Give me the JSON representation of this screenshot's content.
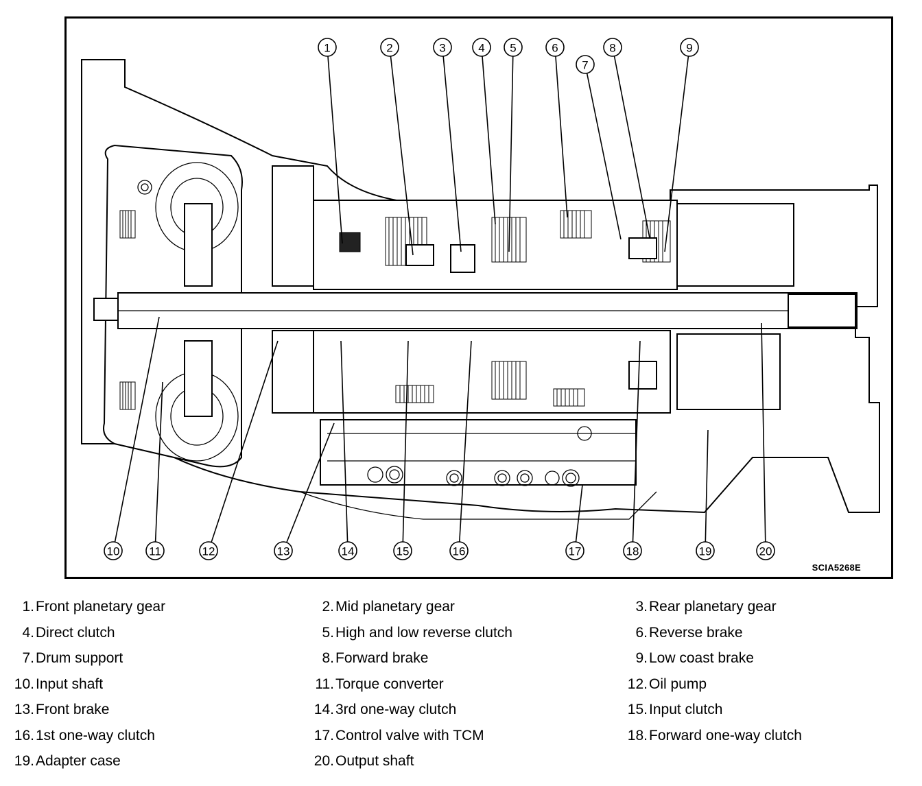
{
  "figure": {
    "code": "SCIA5268E",
    "callouts_top": [
      "1",
      "2",
      "3",
      "4",
      "5",
      "6",
      "7",
      "8",
      "9"
    ],
    "callouts_bottom": [
      "10",
      "11",
      "12",
      "13",
      "14",
      "15",
      "16",
      "17",
      "18",
      "19",
      "20"
    ]
  },
  "legend": [
    {
      "num": "1.",
      "text": "Front planetary gear"
    },
    {
      "num": "2.",
      "text": "Mid planetary gear"
    },
    {
      "num": "3.",
      "text": "Rear planetary gear"
    },
    {
      "num": "4.",
      "text": "Direct clutch"
    },
    {
      "num": "5.",
      "text": "High and low reverse clutch"
    },
    {
      "num": "6.",
      "text": "Reverse brake"
    },
    {
      "num": "7.",
      "text": "Drum support"
    },
    {
      "num": "8.",
      "text": "Forward brake"
    },
    {
      "num": "9.",
      "text": "Low coast brake"
    },
    {
      "num": "10.",
      "text": "Input shaft"
    },
    {
      "num": "11.",
      "text": "Torque converter"
    },
    {
      "num": "12.",
      "text": "Oil pump"
    },
    {
      "num": "13.",
      "text": "Front brake"
    },
    {
      "num": "14.",
      "text": "3rd one-way clutch"
    },
    {
      "num": "15.",
      "text": "Input clutch"
    },
    {
      "num": "16.",
      "text": "1st one-way clutch"
    },
    {
      "num": "17.",
      "text": "Control valve with TCM"
    },
    {
      "num": "18.",
      "text": "Forward one-way clutch"
    },
    {
      "num": "19.",
      "text": "Adapter case"
    },
    {
      "num": "20.",
      "text": "Output shaft"
    }
  ]
}
